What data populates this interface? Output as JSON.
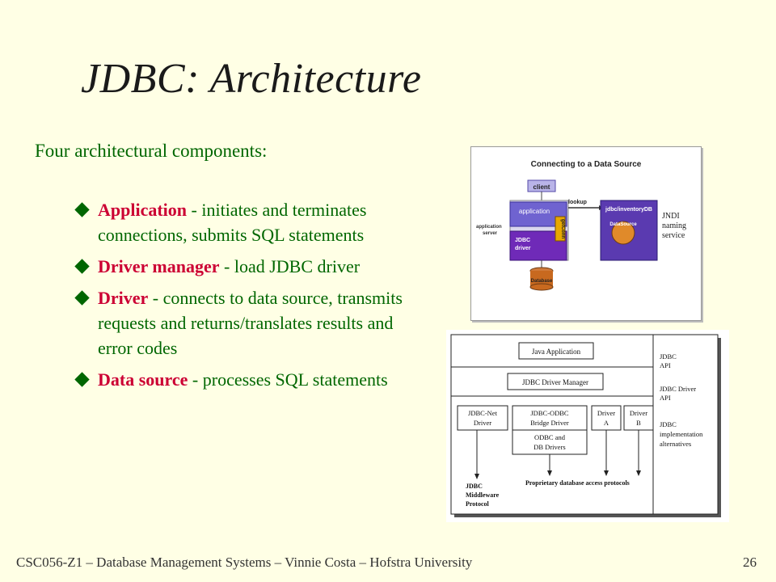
{
  "slide": {
    "title": "JDBC: Architecture",
    "intro": "Four architectural components:",
    "bullets": [
      {
        "term": "Application",
        "desc": " - initiates and terminates connections, submits SQL statements"
      },
      {
        "term": "Driver manager",
        "desc": " - load JDBC driver"
      },
      {
        "term": "Driver",
        "desc": " - connects to data source, transmits requests and returns/translates results and error codes"
      },
      {
        "term": "Data source",
        "desc": " - processes SQL statements"
      }
    ],
    "footer": "CSC056-Z1 – Database Management Systems – Vinnie Costa – Hofstra University",
    "page_number": "26"
  },
  "figure1": {
    "title": "Connecting to a Data Source",
    "client": "client",
    "application": "application",
    "lookup": "lookup",
    "getconn": "getConn",
    "jdbc_driver_1": "JDBC",
    "jdbc_driver_2": "driver",
    "app_server_1": "application",
    "app_server_2": "server",
    "database": "Database",
    "inventory": "jdbc/inventoryDB",
    "datasource": "DataSource",
    "jndi_1": "JNDI",
    "jndi_2": "naming",
    "jndi_3": "service"
  },
  "figure2": {
    "java_app": "Java Application",
    "driver_manager": "JDBC Driver Manager",
    "jdbc_net_1": "JDBC-Net",
    "jdbc_net_2": "Driver",
    "jdbc_odbc_1": "JDBC-ODBC",
    "jdbc_odbc_2": "Bridge Driver",
    "odbc_1": "ODBC and",
    "odbc_2": "DB Drivers",
    "driver_a_1": "Driver",
    "driver_a_2": "A",
    "driver_b_1": "Driver",
    "driver_b_2": "B",
    "jdbc_api_1": "JDBC",
    "jdbc_api_2": "API",
    "driver_api_1": "JDBC Driver",
    "driver_api_2": "API",
    "impl_1": "JDBC",
    "impl_2": "implementation",
    "impl_3": "alternatives",
    "middleware_1": "JDBC",
    "middleware_2": "Middleware",
    "middleware_3": "Protocol",
    "proprietary": "Proprietary database access protocols"
  }
}
